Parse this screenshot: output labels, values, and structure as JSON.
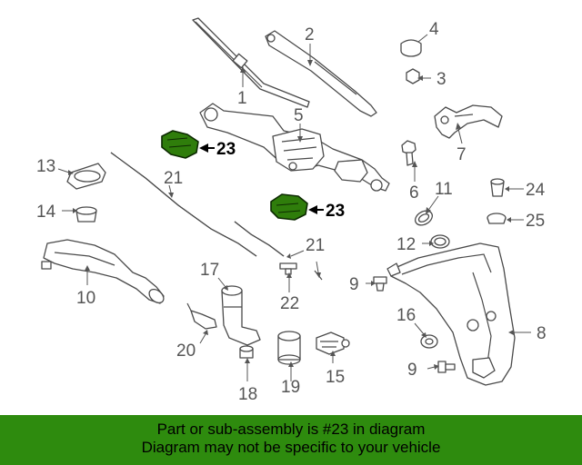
{
  "labels": {
    "l1": "1",
    "l2": "2",
    "l3": "3",
    "l4": "4",
    "l5": "5",
    "l6": "6",
    "l7": "7",
    "l8": "8",
    "l9a": "9",
    "l9b": "9",
    "l10": "10",
    "l11": "11",
    "l12": "12",
    "l13": "13",
    "l14": "14",
    "l15": "15",
    "l16": "16",
    "l17": "17",
    "l18": "18",
    "l19": "19",
    "l20": "20",
    "l21a": "21",
    "l21b": "21",
    "l22": "22",
    "l23a": "23",
    "l23b": "23",
    "l24": "24",
    "l25": "25"
  },
  "banner": {
    "line1": "Part or sub-assembly is #23 in diagram",
    "line2": "Diagram may not be specific to your vehicle"
  },
  "colors": {
    "banner": "#2e8b0e",
    "highlight_part": "#2f7d0b"
  }
}
